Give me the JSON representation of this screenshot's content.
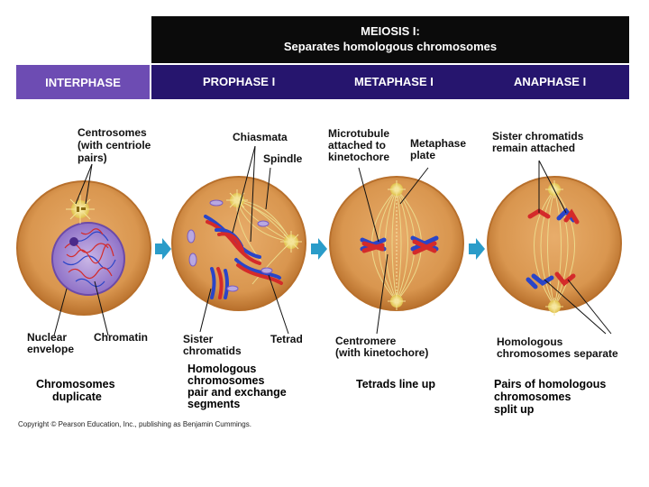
{
  "header": {
    "title_line1": "MEIOSIS I:",
    "title_line2": "Separates homologous chromosomes"
  },
  "phases": [
    "INTERPHASE",
    "PROPHASE I",
    "METAPHASE I",
    "ANAPHASE I"
  ],
  "labels": {
    "interphase": {
      "centrosomes": [
        "Centrosomes",
        "(with centriole",
        "pairs)"
      ],
      "nuclear_envelope": [
        "Nuclear",
        "envelope"
      ],
      "chromatin": "Chromatin"
    },
    "prophase": {
      "chiasmata": "Chiasmata",
      "spindle": "Spindle",
      "sister_chromatids": [
        "Sister",
        "chromatids"
      ],
      "tetrad": "Tetrad"
    },
    "metaphase": {
      "microtubule": [
        "Microtubule",
        "attached to",
        "kinetochore"
      ],
      "metaphase_plate": [
        "Metaphase",
        "plate"
      ],
      "centromere": [
        "Centromere",
        "(with kinetochore)"
      ]
    },
    "anaphase": {
      "sister_attached": [
        "Sister chromatids",
        "remain attached"
      ],
      "homologous_separate": [
        "Homologous",
        "chromosomes separate"
      ]
    }
  },
  "captions": {
    "interphase": [
      "Chromosomes",
      "duplicate"
    ],
    "prophase": [
      "Homologous",
      "chromosomes",
      "pair and exchange",
      "segments"
    ],
    "metaphase": [
      "Tetrads line up"
    ],
    "anaphase": [
      "Pairs of homologous",
      "chromosomes",
      "split up"
    ]
  },
  "copyright": "Copyright © Pearson Education, Inc., publishing as Benjamin Cummings.",
  "colors": {
    "cell_fill": "#d9964f",
    "cell_edge": "#b8702c",
    "header_black": "#0b0b0b",
    "interphase_bar": "#6d4cb3",
    "meiosis_bar": "#26156e",
    "chromosome_red": "#d42a2a",
    "chromosome_blue": "#2a45c8",
    "spindle": "#e8d27a",
    "arrow": "#2a9cc9"
  }
}
